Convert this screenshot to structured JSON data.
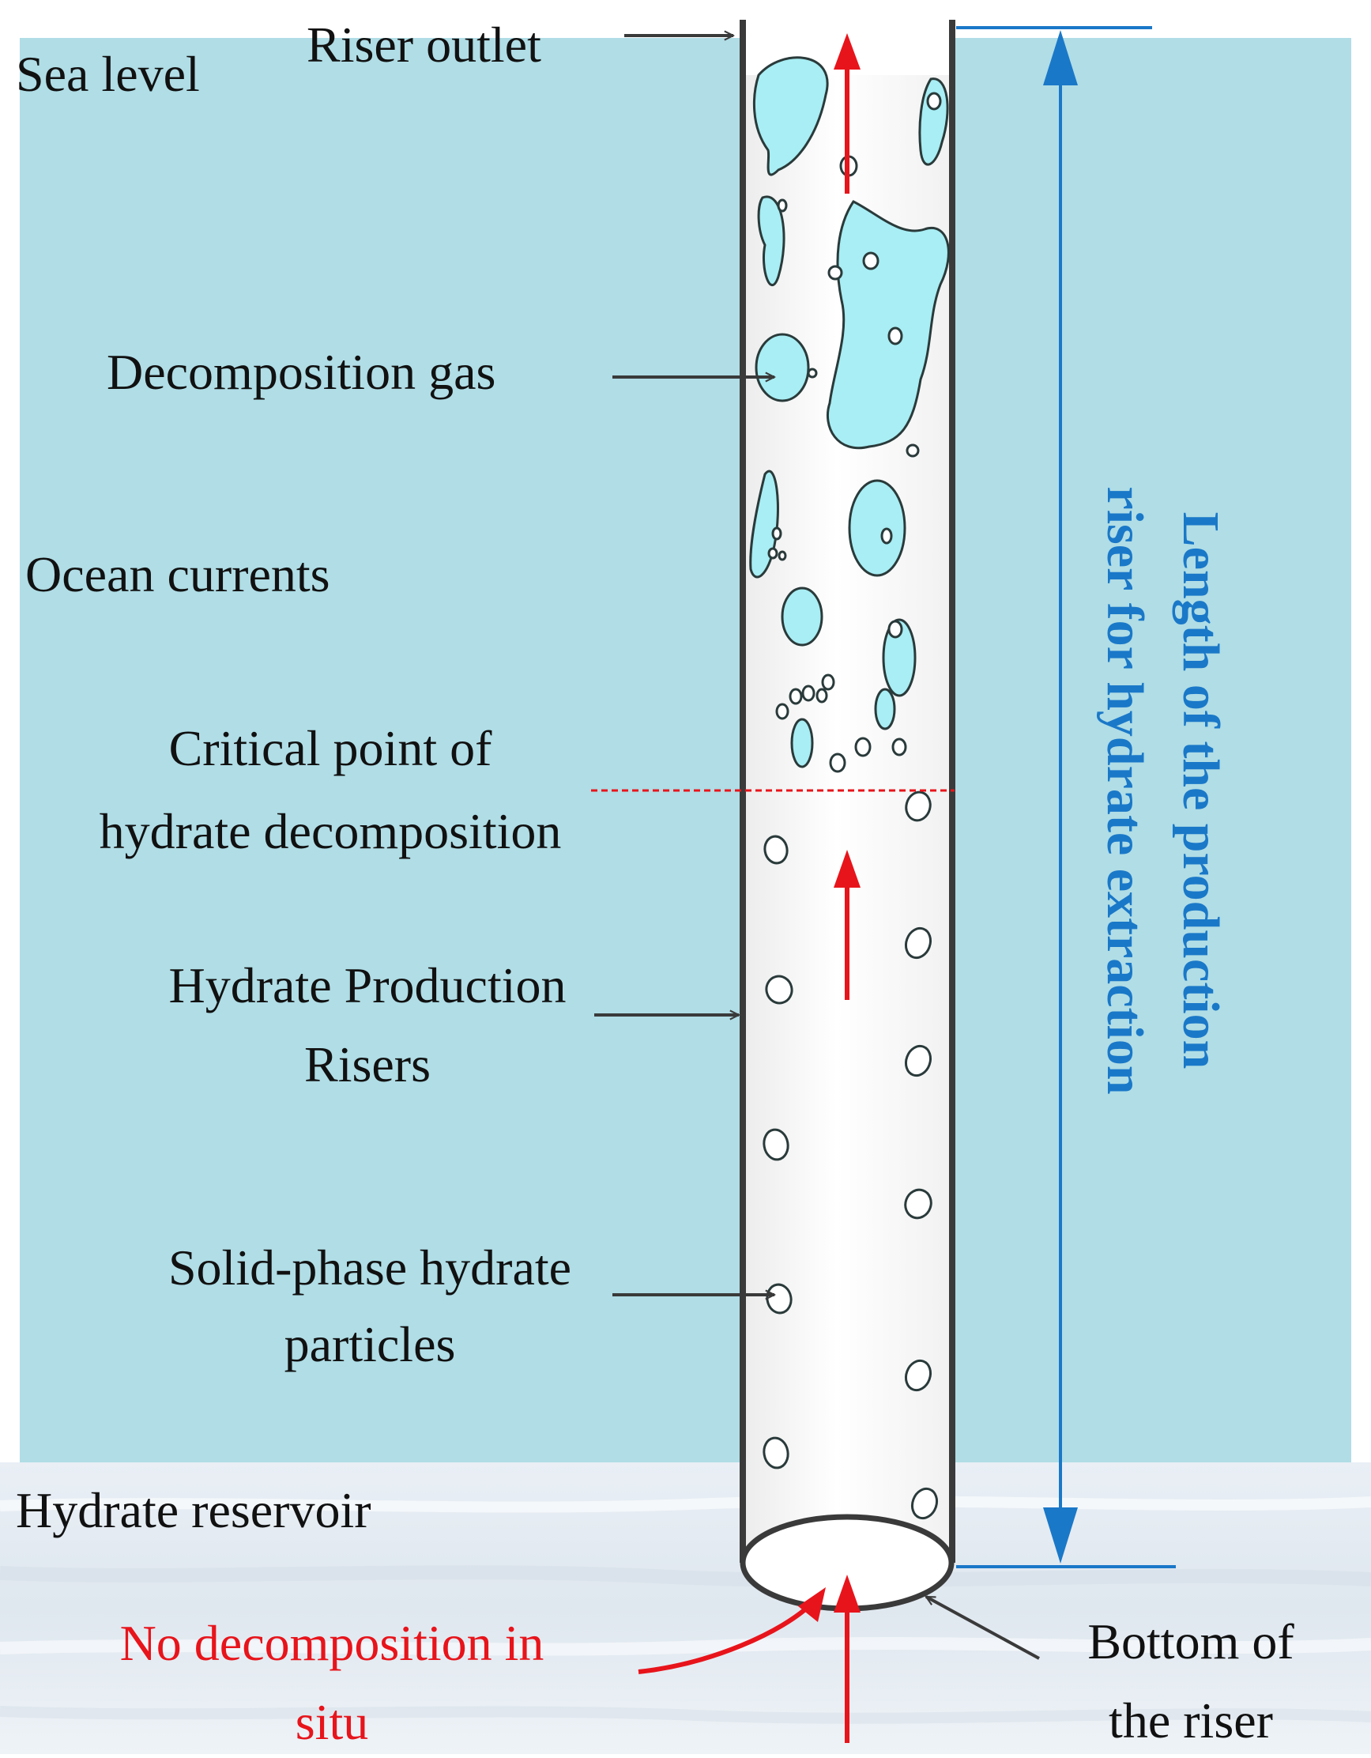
{
  "labels": {
    "sea_level": "Sea level",
    "riser_outlet": "Riser outlet",
    "decomposition_gas": "Decomposition gas",
    "ocean_currents": "Ocean currents",
    "critical_point_line1": "Critical point of",
    "critical_point_line2": "hydrate decomposition",
    "production_risers_line1": "Hydrate Production",
    "production_risers_line2": "Risers",
    "solid_particles_line1": "Solid-phase hydrate",
    "solid_particles_line2": "particles",
    "hydrate_reservoir": "Hydrate reservoir",
    "no_decomposition_line1": "No decomposition in",
    "no_decomposition_line2": "situ",
    "bottom_line1": "Bottom of",
    "bottom_line2": "the riser",
    "length_line1": "Length of the production",
    "length_line2": "riser for hydrate extraction"
  },
  "colors": {
    "sea": "#b0dde6",
    "gas_bubble": "#a8eef4",
    "flow_arrow": "#e8141b",
    "dimension": "#1a78c8",
    "critical_line": "#e8141b",
    "riser_wall": "#3a3a3a",
    "reservoir": "#e4ecf3"
  }
}
